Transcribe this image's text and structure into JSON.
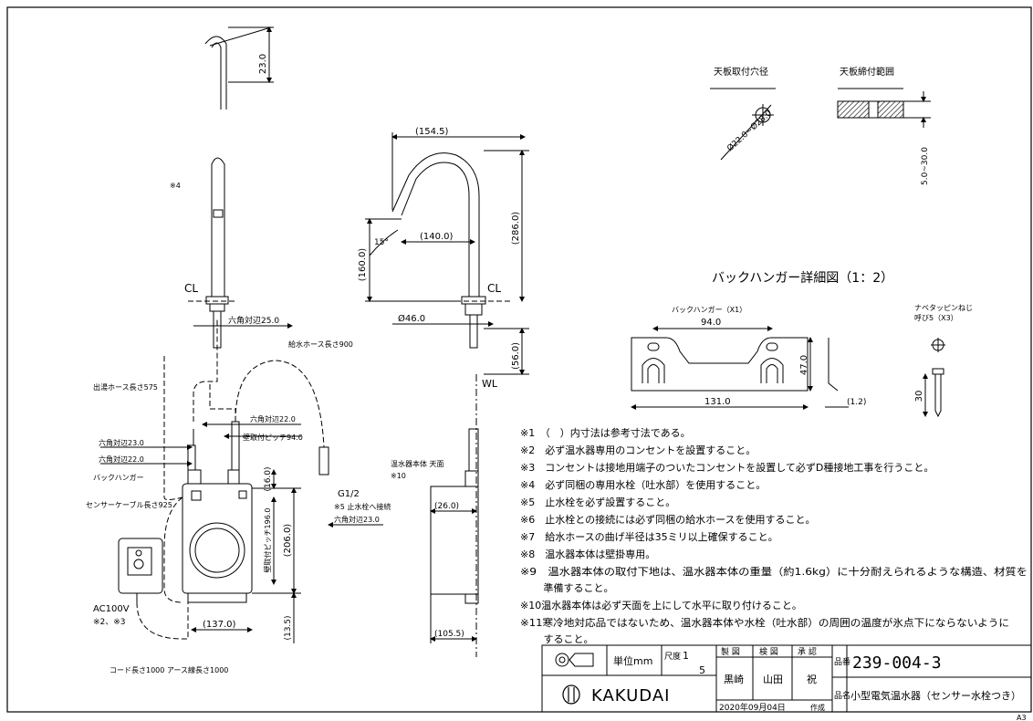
{
  "dimensions": {
    "d23": "23.0",
    "hex25": "六角対辺25.0",
    "d154": "(154.5)",
    "d140": "(140.0)",
    "d160": "(160.0)",
    "d286": "(286.0)",
    "d56": "(56.0)",
    "phi46": "Ø46.0",
    "ang15": "15°",
    "d16": "(16.0)",
    "d206": "(206.0)",
    "pitch196": "壁取付ピッチ196.0",
    "pitch94": "壁取付ピッチ94.0",
    "d13": "(13.5)",
    "d137": "(137.0)",
    "d26": "(26.0)",
    "d105": "(105.5)",
    "hex22a": "六角対辺22.0",
    "hex23a": "六角対辺23.0",
    "hex22b": "六角対辺22.0",
    "hex23b": "六角対辺23.0",
    "d94": "94.0",
    "d131": "131.0",
    "d47": "47.0",
    "d1_2": "(1.2)",
    "d30": "30",
    "hole": "Ø22.0~Ø28.0",
    "range": "5.0~30.0"
  },
  "labels": {
    "cl_left": "CL",
    "cl_right": "CL",
    "wl": "WL",
    "note4": "※4",
    "water_hose": "給水ホース長さ900",
    "hot_hose": "出湯ホース長さ575",
    "back_hanger": "バックハンガー",
    "sensor_cable": "センサーケーブル長さ925",
    "g12": "G1/2",
    "valve_note": "※5 止水栓へ接続",
    "ac100": "AC100V",
    "ac_note": "※2、※3",
    "cord": "コード長さ1000 アース線長さ1000",
    "heater_top_1": "温水器本体 天面",
    "heater_top_2": "※10",
    "hole_title": "天板取付穴径",
    "range_title": "天板締付範囲",
    "hanger_title": "バックハンガー詳細図（1：2）",
    "hanger_sub": "バックハンガー（X1）",
    "screw_1": "ナベタッピンねじ",
    "screw_2": "呼び5（X3）"
  },
  "notes": [
    "※1　（　）内寸法は参考寸法である。",
    "※2　必ず温水器専用のコンセントを設置すること。",
    "※3　コンセントは接地用端子のついたコンセントを設置して必ずD種接地工事を行うこと。",
    "※4　必ず同梱の専用水栓（吐水部）を使用すること。",
    "※5　止水栓を必ず設置すること。",
    "※6　止水栓との接続には必ず同梱の給水ホースを使用すること。",
    "※7　給水ホースの曲げ半径は35ミリ以上確保すること。",
    "※8　温水器本体は壁掛専用。",
    "※9　温水器本体の取付下地は、温水器本体の重量（約1.6kg）に十分耐えられるような構造、材質を",
    "　　 準備すること。",
    "※10温水器本体は必ず天面を上にして水平に取り付けること。",
    "※11寒冷地対応品ではないため、温水器本体や水栓（吐水部）の周囲の温度が氷点下にならないように",
    "　　 すること。"
  ],
  "titleblock": {
    "unit": "単位mm",
    "scale_label": "尺度",
    "scale_num": "1",
    "scale_den": "5",
    "h_seizu": "製 図",
    "h_kenzu": "検 図",
    "h_shonin": "承 認",
    "n1": "黒崎",
    "n2": "山田",
    "n3": "祝",
    "part_label": "品番",
    "part_no": "239-004-3",
    "brand": "KAKUDAI",
    "date": "2020年09月04日",
    "date_suffix": "作成",
    "name_label": "品名",
    "product": "小型電気温水器（センサー水栓つき）",
    "sheet": "A3"
  }
}
